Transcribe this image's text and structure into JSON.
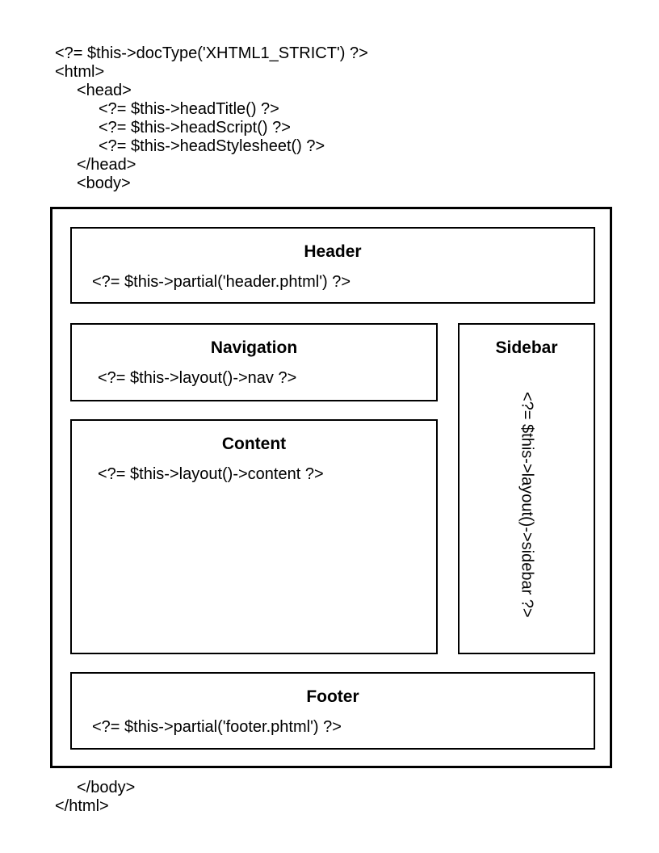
{
  "document": {
    "top_code": [
      "<?= $this->docType('XHTML1_STRICT') ?>",
      "<html>",
      "<head>",
      "<?= $this->headTitle() ?>",
      "<?= $this->headScript() ?>",
      "<?= $this->headStylesheet() ?>",
      "</head>",
      "<body>"
    ],
    "bottom_code": [
      "</body>",
      "</html>"
    ],
    "boxes": {
      "header": {
        "title": "Header",
        "code": "<?= $this->partial('header.phtml') ?>"
      },
      "navigation": {
        "title": "Navigation",
        "code": "<?= $this->layout()->nav ?>"
      },
      "sidebar": {
        "title": "Sidebar",
        "code": "<?= $this->layout()->sidebar ?>"
      },
      "content": {
        "title": "Content",
        "code": "<?= $this->layout()->content ?>"
      },
      "footer": {
        "title": "Footer",
        "code": "<?= $this->partial('footer.phtml') ?>"
      }
    },
    "colors": {
      "background": "#ffffff",
      "border": "#000000",
      "text": "#000000"
    }
  }
}
